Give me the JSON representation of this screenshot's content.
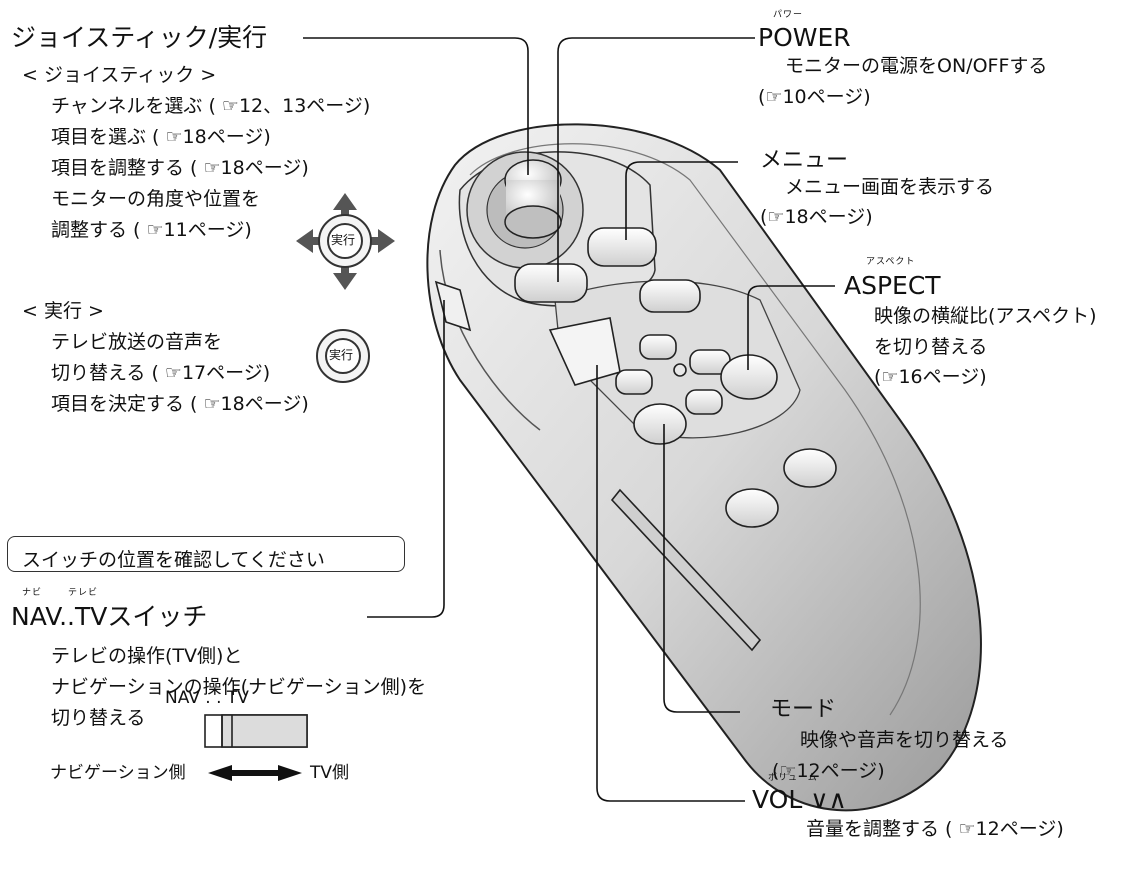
{
  "joystick": {
    "title": "ジョイスティック/実行",
    "sub_heading": "< ジョイスティック >",
    "items": [
      "チャンネルを選ぶ ( ☞12、13ページ)",
      "項目を選ぶ ( ☞18ページ)",
      "項目を調整する ( ☞18ページ)",
      "モニターの角度や位置を",
      "調整する ( ☞11ページ)"
    ],
    "exec_heading": "< 実行 >",
    "exec_items": [
      "テレビ放送の音声を",
      "切り替える ( ☞17ページ)",
      "項目を決定する ( ☞18ページ)"
    ],
    "button_glyph": "実行"
  },
  "switch_note": "スイッチの位置を確認してください",
  "nav_tv": {
    "ruby_nav": "ナビ",
    "ruby_tv": "テレビ",
    "title": "NAV..TVスイッチ",
    "lines": [
      "テレビの操作(TV側)と",
      "ナビゲーションの操作(ナビゲーション側)を",
      "切り替える"
    ],
    "switch_label": "NAV . . TV",
    "left_side": "ナビゲーション側",
    "right_side": "TV側"
  },
  "power": {
    "ruby": "パワー",
    "title": "POWER",
    "lines": [
      "モニターの電源をON/OFFする",
      "(☞10ページ)"
    ]
  },
  "menu": {
    "title": "メニュー",
    "lines": [
      "メニュー画面を表示する",
      "(☞18ページ)"
    ]
  },
  "aspect": {
    "ruby": "アスペクト",
    "title": "ASPECT",
    "lines": [
      "映像の横縦比(アスペクト)",
      "を切り替える",
      "(☞16ページ)"
    ]
  },
  "mode": {
    "title": "モード",
    "lines": [
      "映像や音声を切り替える",
      "(☞12ページ)"
    ]
  },
  "vol": {
    "ruby": "ボリューム",
    "title": "VOL ∨∧",
    "lines": [
      "音量を調整する ( ☞12ページ)"
    ]
  }
}
